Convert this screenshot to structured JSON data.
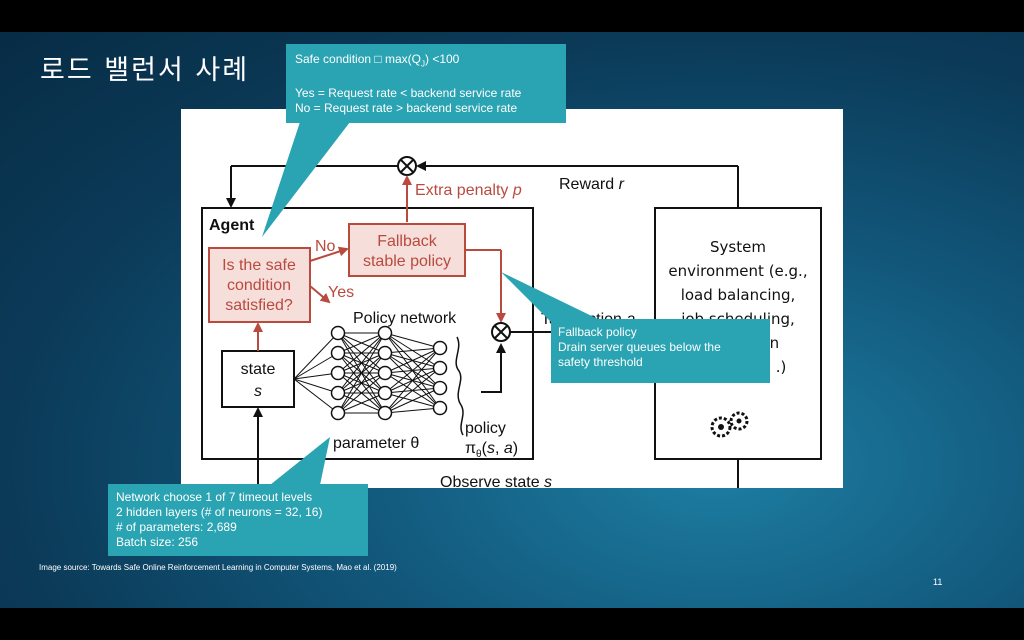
{
  "slide": {
    "title": "로드 밸런서 사례",
    "page_number": "11",
    "image_source": "Image source: Towards Safe Online Reinforcement Learning in Computer Systems, Mao et al. (2019)"
  },
  "callouts": {
    "safe_condition": {
      "line1": "Safe condition □ max(Q",
      "line1_sub": "J",
      "line1_end": ") <100",
      "yes": "Yes = Request rate < backend service rate",
      "no": "No = Request rate  > backend service rate"
    },
    "fallback": {
      "line1": "Fallback policy",
      "line2": "Drain server queues below the",
      "line3": "safety threshold"
    },
    "network": {
      "line1": "Network choose 1 of 7 timeout levels",
      "line2": "2 hidden layers (# of neurons = 32, 16)",
      "line3": "# of parameters: 2,689",
      "line4": "Batch size: 256"
    }
  },
  "diagram": {
    "agent_label": "Agent",
    "safe_box": [
      "Is the safe",
      "condition",
      "satisfied?"
    ],
    "fallback_box": [
      "Fallback",
      "stable policy"
    ],
    "no_label": "No",
    "yes_label": "Yes",
    "extra_penalty": "Extra penalty p",
    "reward": "Reward r",
    "policy_network": "Policy network",
    "state_box": [
      "state",
      "s"
    ],
    "parameter": "parameter θ",
    "policy_label": "policy",
    "policy_formula": "πθ(s, a)",
    "take_action": "Take action a",
    "observe_state": "Observe state s",
    "system_env": [
      "System",
      "environment (e.g.,",
      "load balancing,",
      "job scheduling,",
      "congestion",
      ".)"
    ]
  },
  "colors": {
    "callout": "#2aa3b2",
    "accent_red": "#b94a3e",
    "box_fill": "#f6dedb"
  }
}
